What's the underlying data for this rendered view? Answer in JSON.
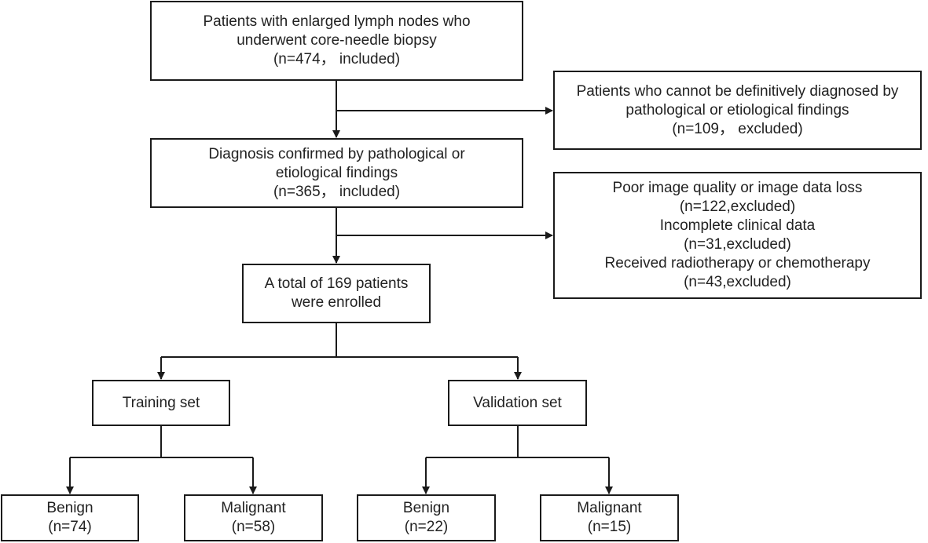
{
  "boxes": {
    "start": {
      "line1": "Patients with enlarged lymph nodes who",
      "line2": "underwent core-needle biopsy",
      "line3": "(n=474， included)"
    },
    "excluded_undiagnosed": {
      "line1": "Patients who cannot be definitively diagnosed by",
      "line2": "pathological or etiological findings",
      "line3": "(n=109， excluded)"
    },
    "confirmed": {
      "line1": "Diagnosis confirmed by pathological or",
      "line2": "etiological findings",
      "line3": "(n=365， included)"
    },
    "excluded_other": {
      "line1": "Poor image quality or image data loss",
      "line2": "(n=122,excluded)",
      "line3": "Incomplete clinical data",
      "line4": "(n=31,excluded)",
      "line5": "Received radiotherapy or chemotherapy",
      "line6": "(n=43,excluded)"
    },
    "enrolled": {
      "line1": "A total of 169 patients",
      "line2": "were enrolled"
    },
    "training": {
      "label": "Training set"
    },
    "validation": {
      "label": "Validation set"
    },
    "training_benign": {
      "line1": "Benign",
      "line2": "(n=74)"
    },
    "training_malignant": {
      "line1": "Malignant",
      "line2": "(n=58)"
    },
    "validation_benign": {
      "line1": "Benign",
      "line2": "(n=22)"
    },
    "validation_malignant": {
      "line1": "Malignant",
      "line2": "(n=15)"
    }
  }
}
